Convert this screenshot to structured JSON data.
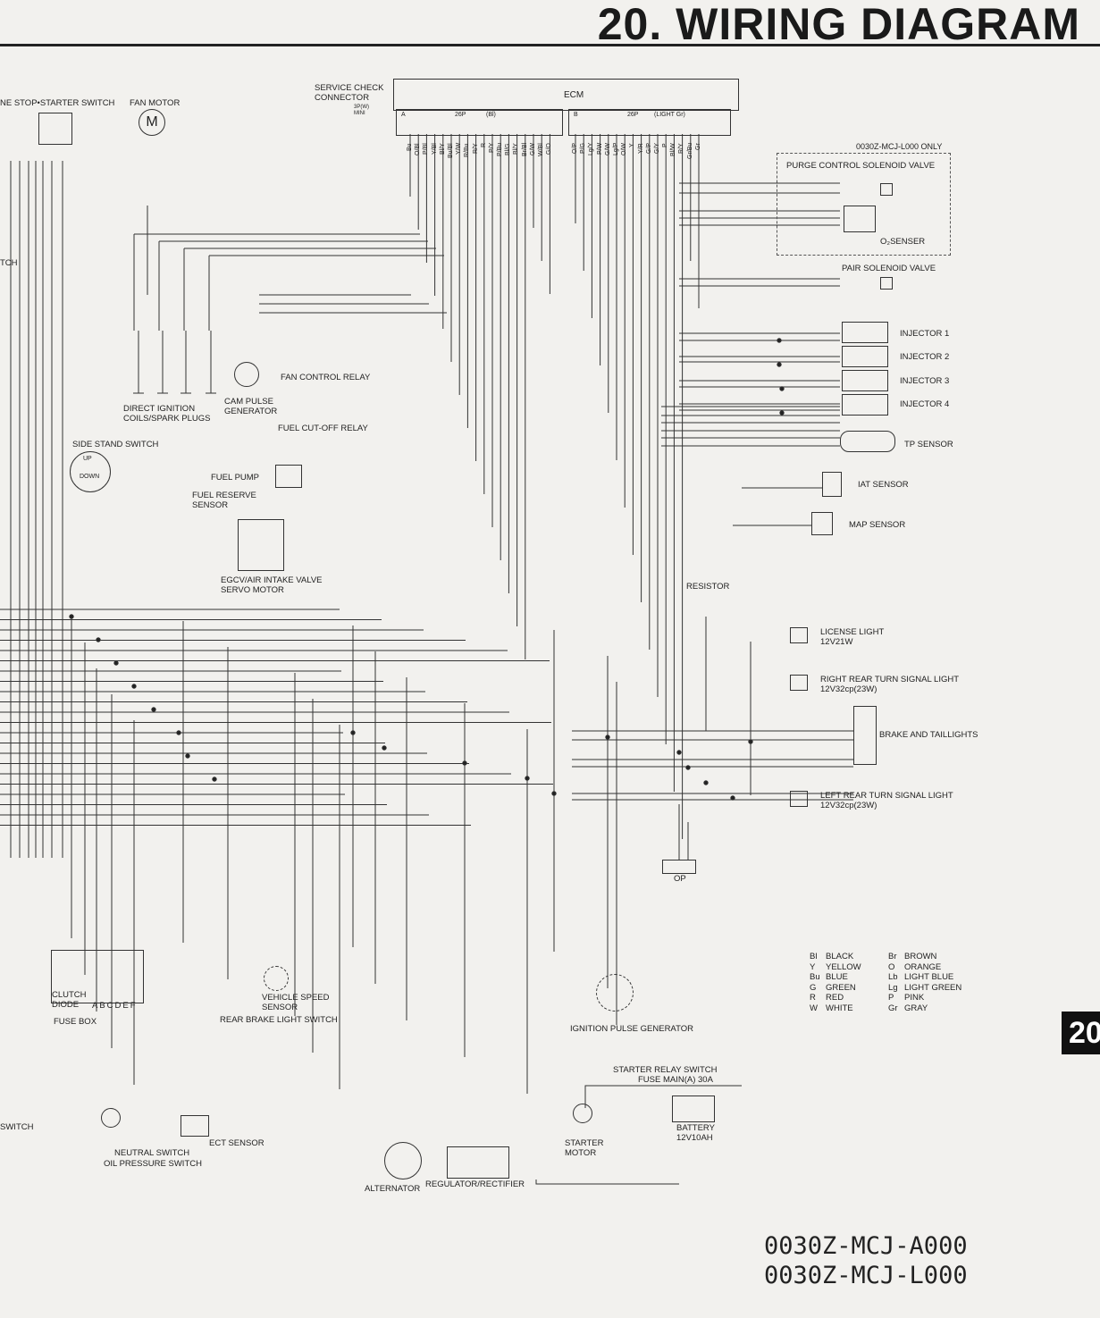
{
  "header": {
    "title": "20. WIRING DIAGRAM",
    "section_tab": "20"
  },
  "ecm": {
    "name": "ECM",
    "connector_a": {
      "id": "A",
      "type": "26P",
      "color": "(Bl)",
      "wires": [
        "Bu",
        "O/Bl",
        "P/Bl",
        "Y/Bl",
        "Bl/Y",
        "Bu/Bl",
        "Y/W",
        "R/Bu",
        "R/Y",
        "R",
        "P/Y",
        "P/Bu",
        "Bl/G",
        "Bl/Y",
        "Br/Bl",
        "G/W",
        "W/Bl",
        "G/O"
      ]
    },
    "connector_b": {
      "id": "B",
      "type": "26P",
      "color": "(LIGHT Gr)",
      "wires": [
        "O/P",
        "P/G",
        "Lg/Y",
        "P/W",
        "G/W",
        "Lg/P",
        "O/W",
        "Y",
        "Y/R",
        "G/P",
        "G/Y",
        "P",
        "Bl/W",
        "R/Y",
        "Gr/Bu",
        "Gr"
      ]
    }
  },
  "components": {
    "engine_stop_starter_switch": "NE STOP•STARTER SWITCH",
    "fan_motor": "FAN MOTOR",
    "fan_motor_symbol": "M",
    "service_check_connector": "SERVICE CHECK CONNECTOR",
    "service_check_conn_type": "3P(W) MINI",
    "l000_only": "0030Z-MCJ-L000 ONLY",
    "purge_control": "PURGE CONTROL SOLENOID VALVE",
    "o2_sensor": "O₂SENSER",
    "pair_solenoid": "PAIR SOLENOID VALVE",
    "injectors": [
      "INJECTOR 1",
      "INJECTOR 2",
      "INJECTOR 3",
      "INJECTOR 4"
    ],
    "tp_sensor": "TP SENSOR",
    "iat_sensor": "IAT SENSOR",
    "map_sensor": "MAP SENSOR",
    "fan_control_relay": "FAN CONTROL RELAY",
    "fuel_cutoff_relay": "FUEL CUT-OFF RELAY",
    "fuel_pump": "FUEL PUMP",
    "fuel_reserve_sensor": "FUEL RESERVE SENSOR",
    "ignition_coils": "DIRECT IGNITION COILS/SPARK PLUGS",
    "cam_pulse": "CAM PULSE GENERATOR",
    "side_stand_switch": "SIDE STAND SWITCH",
    "side_stand_up": "UP",
    "side_stand_down": "DOWN",
    "egcv": "EGCV/AIR INTAKE VALVE SERVO MOTOR",
    "resistor": "RESISTOR",
    "license_light": "LICENSE LIGHT",
    "license_light_rating": "12V21W",
    "right_turn": "RIGHT REAR TURN SIGNAL LIGHT",
    "right_turn_rating": "12V32cp(23W)",
    "brake_tail": "BRAKE AND TAILLIGHTS",
    "left_turn": "LEFT REAR TURN SIGNAL LIGHT",
    "left_turn_rating": "12V32cp(23W)",
    "op": "OP",
    "ignition_pulse": "IGNITION PULSE GENERATOR",
    "starter_relay": "STARTER RELAY SWITCH",
    "fuse_main": "FUSE MAIN(A) 30A",
    "starter_motor": "STARTER MOTOR",
    "battery": "BATTERY",
    "battery_rating": "12V10AH",
    "alternator": "ALTERNATOR",
    "regulator": "REGULATOR/RECTIFIER",
    "ect_sensor": "ECT SENSOR",
    "neutral_switch": "NEUTRAL SWITCH",
    "oil_pressure_switch": "OIL PRESSURE SWITCH",
    "rear_brake_switch": "REAR BRAKE LIGHT SWITCH",
    "vehicle_speed_sensor": "VEHICLE SPEED SENSOR",
    "clutch_diode": "CLUTCH DIODE",
    "fuse_letters": "ABCDEF",
    "fuse_box": "FUSE BOX",
    "left_switch": "SWITCH",
    "left_tch": "TCH"
  },
  "legend": [
    {
      "code": "Bl",
      "name": "BLACK"
    },
    {
      "code": "Br",
      "name": "BROWN"
    },
    {
      "code": "Y",
      "name": "YELLOW"
    },
    {
      "code": "O",
      "name": "ORANGE"
    },
    {
      "code": "Bu",
      "name": "BLUE"
    },
    {
      "code": "Lb",
      "name": "LIGHT BLUE"
    },
    {
      "code": "G",
      "name": "GREEN"
    },
    {
      "code": "Lg",
      "name": "LIGHT GREEN"
    },
    {
      "code": "R",
      "name": "RED"
    },
    {
      "code": "P",
      "name": "PINK"
    },
    {
      "code": "W",
      "name": "WHITE"
    },
    {
      "code": "Gr",
      "name": "GRAY"
    }
  ],
  "footer_codes": [
    "0030Z-MCJ-A000",
    "0030Z-MCJ-L000"
  ]
}
